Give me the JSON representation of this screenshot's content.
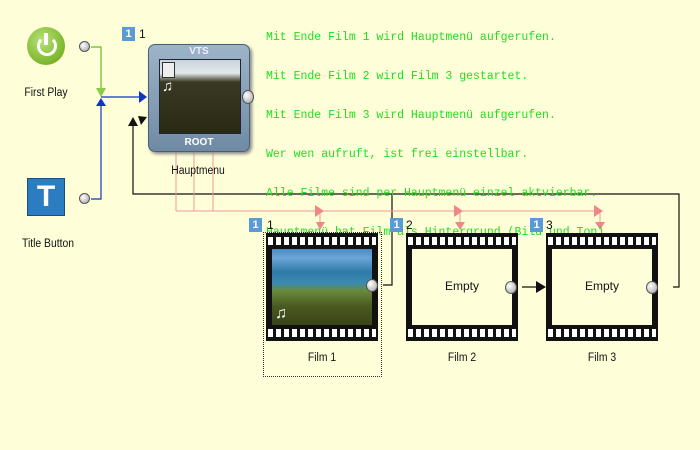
{
  "notes": [
    "Mit Ende Film 1 wird Hauptmenü aufgerufen.",
    "Mit Ende Film 2 wird Film 3 gestartet.",
    "Mit Ende Film 3 wird Hauptmenü aufgerufen.",
    "Wer wen aufruft, ist frei einstellbar.",
    "Alle Filme sind per Hauptmenü einzel aktvierbar.",
    "Hauptmenü hat Film als Hintergrund (Bild und Ton)"
  ],
  "first_play": {
    "label": "First Play",
    "icon": "power-icon"
  },
  "title_button": {
    "label": "Title Button",
    "icon_text": "T"
  },
  "menu": {
    "badge": "1",
    "number": "1",
    "header": "VTS",
    "footer": "ROOT",
    "label": "Hauptmenu"
  },
  "films": [
    {
      "badge": "1",
      "number": "1",
      "label": "Film 1",
      "content": "",
      "selected": true
    },
    {
      "badge": "1",
      "number": "2",
      "label": "Film 2",
      "content": "Empty",
      "selected": false
    },
    {
      "badge": "1",
      "number": "3",
      "label": "Film 3",
      "content": "Empty",
      "selected": false
    }
  ],
  "colors": {
    "note_text": "#22dd22",
    "first_play_link": "#66bb22",
    "title_link": "#1133cc",
    "menu_links": "#ee8888",
    "return_links": "#111111",
    "badge": "#5b9bd5"
  }
}
